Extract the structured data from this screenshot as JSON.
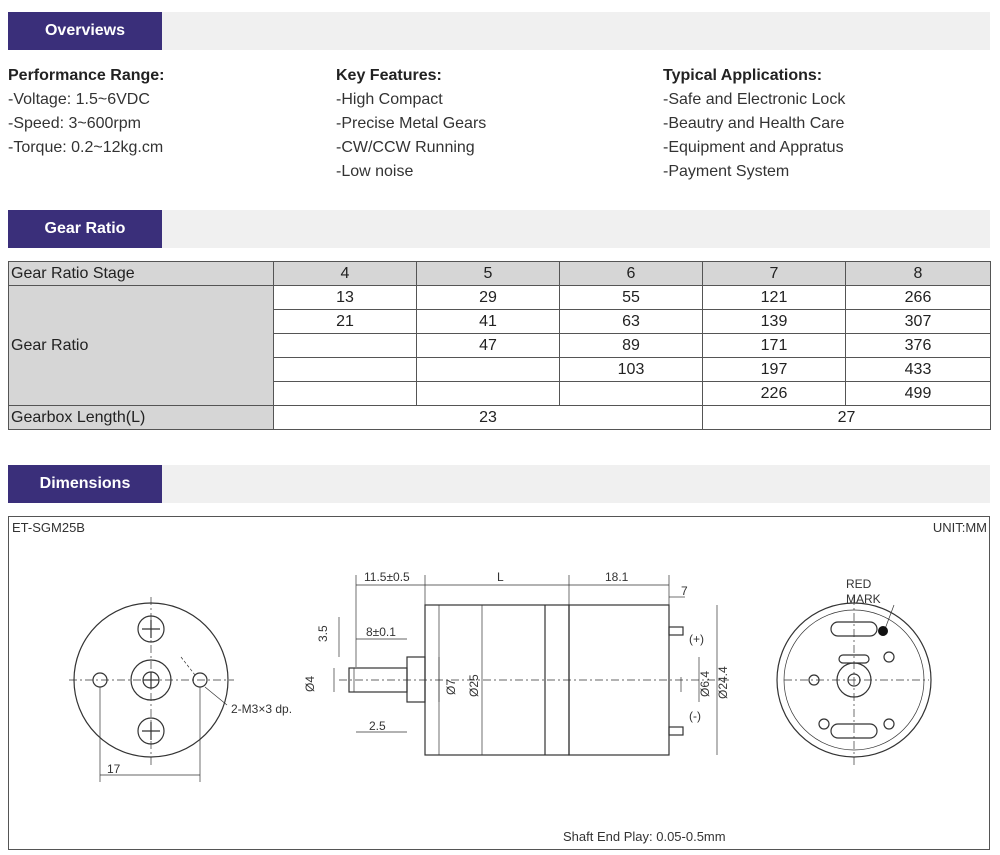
{
  "sections": {
    "overviews": "Overviews",
    "gear_ratio": "Gear Ratio",
    "dimensions": "Dimensions"
  },
  "overview": {
    "performance": {
      "title": "Performance Range:",
      "items": [
        "-Voltage: 1.5~6VDC",
        "-Speed: 3~600rpm",
        "-Torque: 0.2~12kg.cm"
      ]
    },
    "features": {
      "title": "Key Features:",
      "items": [
        "-High Compact",
        "-Precise Metal Gears",
        "-CW/CCW Running",
        "-Low noise"
      ]
    },
    "applications": {
      "title": "Typical Applications:",
      "items": [
        "-Safe and Electronic Lock",
        "-Beautry and Health Care",
        "-Equipment and Appratus",
        "-Payment System"
      ]
    }
  },
  "gear_table": {
    "stage_label": "Gear Ratio Stage",
    "stages": [
      "4",
      "5",
      "6",
      "7",
      "8"
    ],
    "ratio_label": "Gear Ratio",
    "ratios": [
      [
        "13",
        "29",
        "55",
        "121",
        "266"
      ],
      [
        "21",
        "41",
        "63",
        "139",
        "307"
      ],
      [
        "",
        "47",
        "89",
        "171",
        "376"
      ],
      [
        "",
        "",
        "103",
        "197",
        "433"
      ],
      [
        "",
        "",
        "",
        "226",
        "499"
      ]
    ],
    "length_label": "Gearbox Length(L)",
    "length_a": "23",
    "length_b": "27"
  },
  "dimensions": {
    "model": "ET-SGM25B",
    "unit": "UNIT:MM",
    "shaft_end_play": "Shaft End Play: 0.05-0.5mm",
    "labels": {
      "d17": "17",
      "m3": "2-M3×3 dp.",
      "d115": "11.5±0.5",
      "L": "L",
      "d181": "18.1",
      "d7top": "7",
      "d35": "3.5",
      "d8": "8±0.1",
      "d4": "Ø4",
      "d25short": "2.5",
      "phi7": "Ø7",
      "phi25": "Ø25",
      "phi64": "Ø6.4",
      "phi244": "Ø24.4",
      "plus": "(+)",
      "minus": "(-)",
      "red": "RED",
      "mark": "MARK"
    }
  }
}
